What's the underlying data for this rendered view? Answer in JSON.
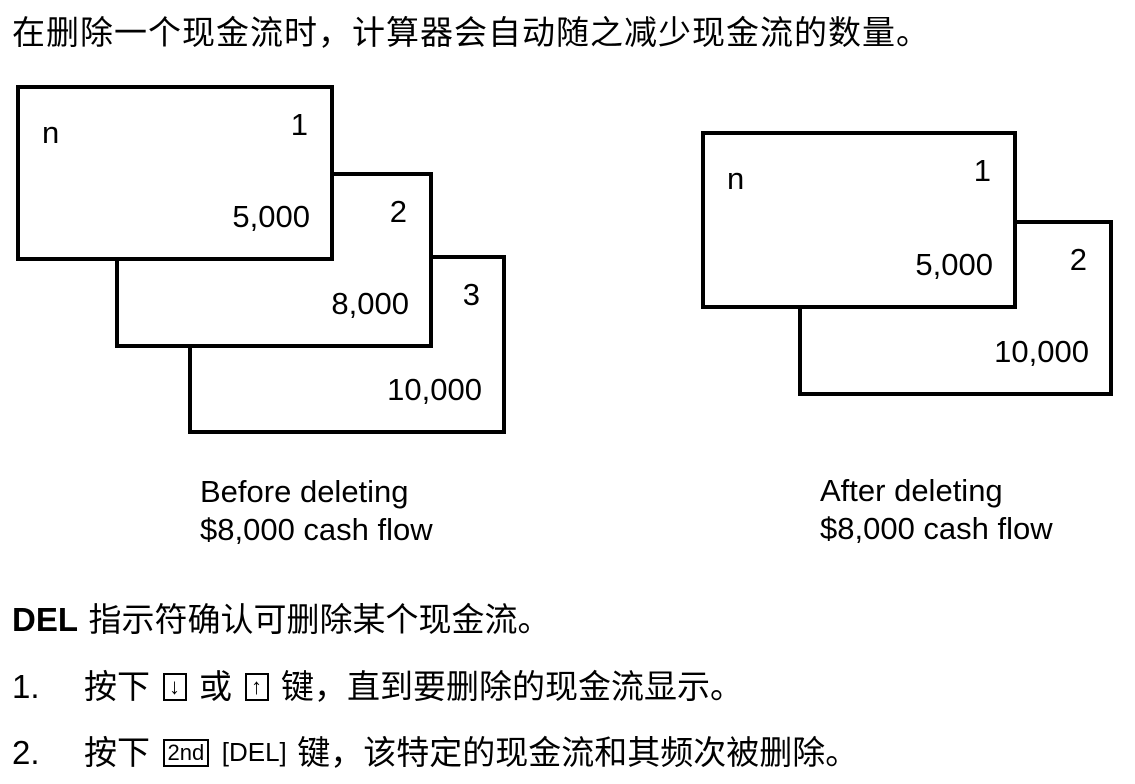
{
  "intro": "在删除一个现金流时，计算器会自动随之减少现金流的数量。",
  "before": {
    "cards": [
      {
        "label": "n",
        "index": "1",
        "amount": "5,000"
      },
      {
        "label": "",
        "index": "2",
        "amount": "8,000"
      },
      {
        "label": "",
        "index": "3",
        "amount": "10,000"
      }
    ],
    "caption_line1": "Before deleting",
    "caption_line2": "$8,000 cash flow"
  },
  "after": {
    "cards": [
      {
        "label": "n",
        "index": "1",
        "amount": "5,000"
      },
      {
        "label": "",
        "index": "2",
        "amount": "10,000"
      }
    ],
    "caption_line1": "After deleting",
    "caption_line2": "$8,000 cash flow"
  },
  "del_note": {
    "indicator": "DEL",
    "text": "指示符确认可删除某个现金流。"
  },
  "steps": [
    {
      "number": "1.",
      "prefix": "按下",
      "key_down": "↓",
      "connector": "或",
      "key_up": "↑",
      "suffix": "键，直到要删除的现金流显示。"
    },
    {
      "number": "2.",
      "prefix": "按下",
      "key_2nd": "2nd",
      "key_del": "DEL",
      "suffix": "键，该特定的现金流和其频次被删除。"
    }
  ]
}
